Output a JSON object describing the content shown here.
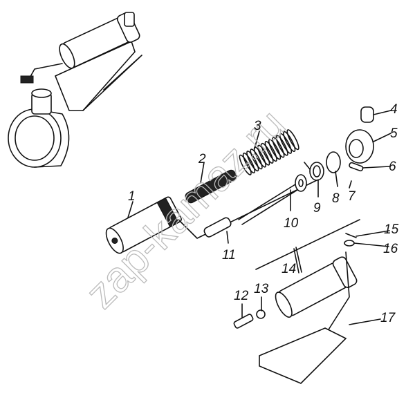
{
  "diagram": {
    "watermark": "zap-kamaz.ru",
    "part_labels": [
      "1",
      "2",
      "3",
      "4",
      "5",
      "6",
      "7",
      "8",
      "9",
      "10",
      "11",
      "12",
      "13",
      "14",
      "15",
      "16",
      "17"
    ]
  }
}
